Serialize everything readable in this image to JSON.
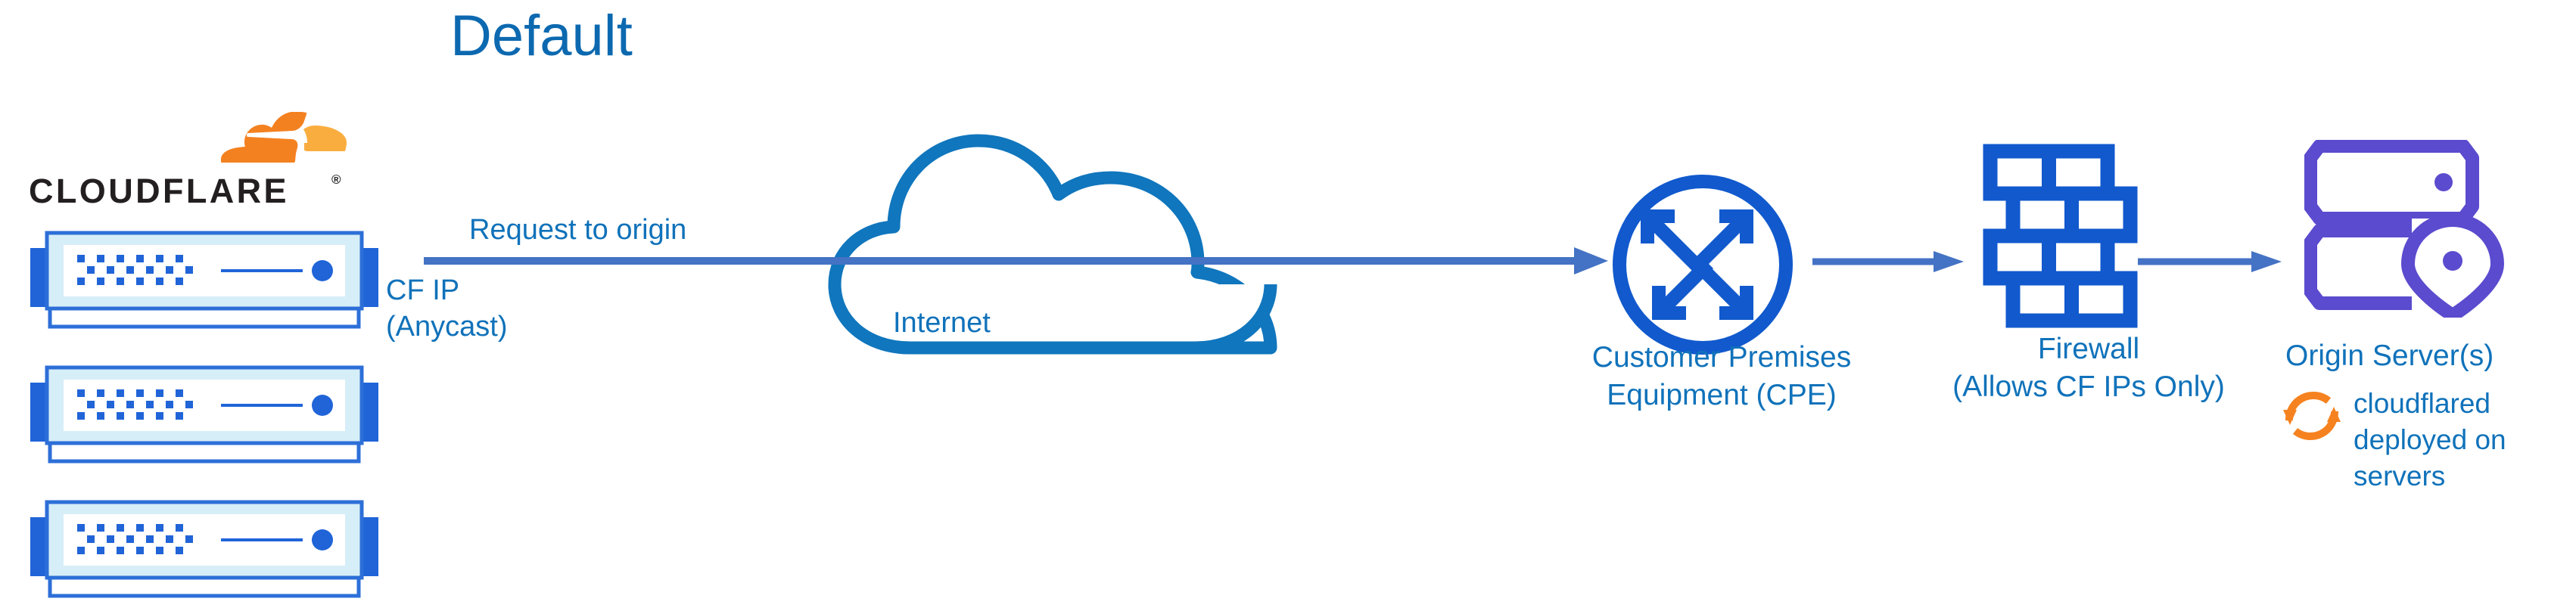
{
  "title": "Default",
  "brand": {
    "name": "CLOUDFLARE",
    "registered_mark": "®",
    "mark_color_dark": "#f48120",
    "mark_color_light": "#faad3f",
    "wordmark_color": "#231f20"
  },
  "colors": {
    "label_blue": "#1072ba",
    "title_blue": "#0c69b0",
    "arrow_blue": "#4472c4",
    "icon_blue": "#1159cd",
    "origin_purple": "#5b4bce",
    "orange": "#f6821f",
    "server_body_light": "#d6eef7",
    "server_outline": "#2d6fd8"
  },
  "flow": {
    "edge_request_label": "Request to origin",
    "source_ip_label": "CF IP\n(Anycast)",
    "cloud_label": "Internet",
    "cpe_label": "Customer Premises\nEquipment (CPE)",
    "firewall_label": "Firewall\n(Allows CF IPs Only)",
    "origin_label": "Origin Server(s)",
    "cloudflared_note": "cloudflared\ndeployed on\nservers"
  },
  "nodes": {
    "edge_servers_count": 3,
    "icons": {
      "cloudflare_mark": "cloudflare-cloud-icon",
      "edge_server": "server-switch-icon",
      "internet": "cloud-outline-icon",
      "cpe": "router-arrows-circle-icon",
      "firewall": "brick-wall-icon",
      "origin": "server-stack-location-pin-icon",
      "cloudflared": "sync-circular-arrows-icon",
      "arrow": "right-arrow-icon"
    }
  }
}
